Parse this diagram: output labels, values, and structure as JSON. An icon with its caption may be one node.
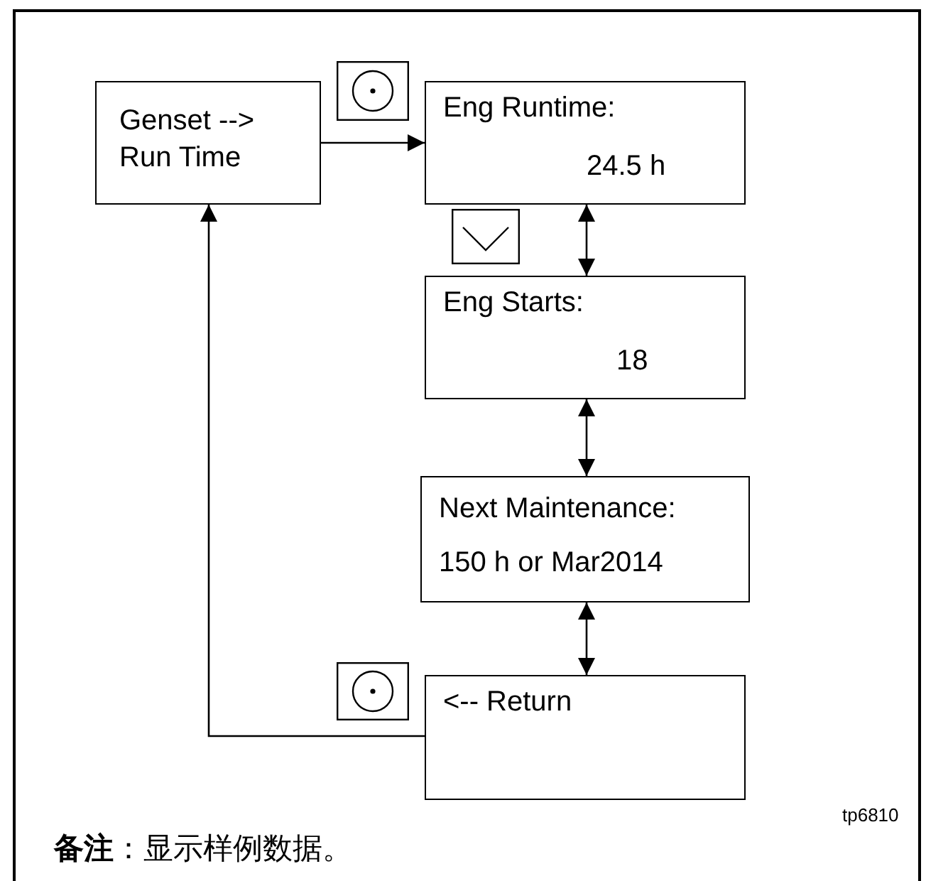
{
  "diagram": {
    "nodes": [
      {
        "text": [
          "Genset --> Run Time"
        ]
      },
      {
        "text": [
          "Eng Runtime:",
          "24.5 h"
        ]
      },
      {
        "text": [
          "Eng Starts:",
          "18"
        ]
      },
      {
        "text": [
          "Next Maintenance:",
          "150 h or Mar2014"
        ]
      },
      {
        "text": [
          "<-- Return"
        ]
      }
    ],
    "edges": [
      {
        "from": 0,
        "to": 1,
        "arrow": "to"
      },
      {
        "from": 1,
        "to": 2,
        "arrow": "both"
      },
      {
        "from": 2,
        "to": 3,
        "arrow": "both"
      },
      {
        "from": 3,
        "to": 4,
        "arrow": "both"
      },
      {
        "from": 4,
        "to": 0,
        "arrow": "to"
      }
    ],
    "labels": [
      "tp6810",
      "**备注**：显示样例数据。"
    ]
  }
}
